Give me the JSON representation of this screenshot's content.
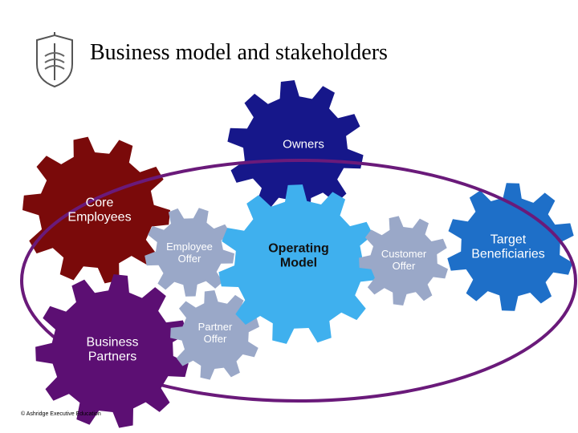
{
  "title": "Business model and stakeholders",
  "footer": "© Ashridge Executive Education",
  "gears": {
    "owners": {
      "label": "Owners",
      "color": "#16178a"
    },
    "core_employees": {
      "label": "Core\nEmployees",
      "color": "#7a0a0a"
    },
    "business_partners": {
      "label": "Business\nPartners",
      "color": "#5c0f73"
    },
    "employee_offer": {
      "label": "Employee\nOffer",
      "color": "#9aa8c8"
    },
    "partner_offer": {
      "label": "Partner\nOffer",
      "color": "#9aa8c8"
    },
    "operating_model": {
      "label": "Operating\nModel",
      "color": "#3fb0ee"
    },
    "customer_offer": {
      "label": "Customer\nOffer",
      "color": "#9aa8c8"
    },
    "target_beneficiaries": {
      "label": "Target\nBeneficiaries",
      "color": "#1e6fc8"
    }
  },
  "ellipse_color": "#6a1a7a"
}
